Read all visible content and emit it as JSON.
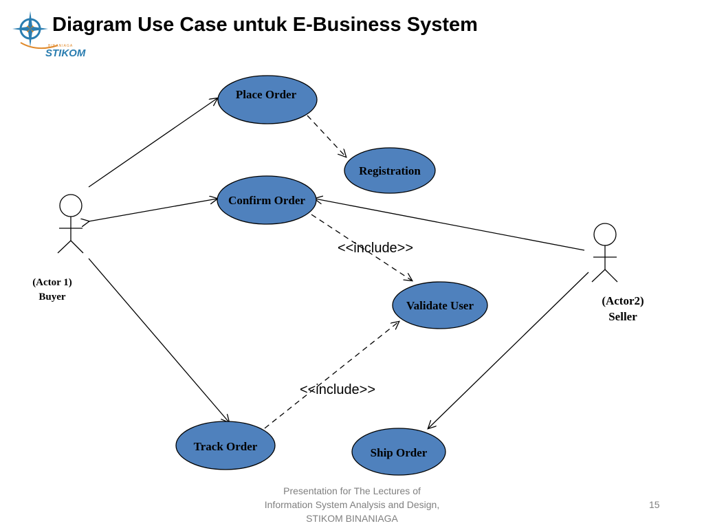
{
  "slide": {
    "title": "Diagram Use Case untuk E-Business System",
    "logo": {
      "small_text": "BINANIAGA",
      "text": "STIKOM"
    },
    "footer": {
      "line1": "Presentation for The Lectures of",
      "line2": "Information System Analysis and Design,",
      "line3": "STIKOM BINANIAGA"
    },
    "page_number": "15"
  },
  "diagram": {
    "actors": {
      "buyer": {
        "line1": "(Actor 1)",
        "line2": "Buyer"
      },
      "seller": {
        "line1": "(Actor2)",
        "line2": "Seller"
      }
    },
    "use_cases": {
      "place_order": "Place Order",
      "registration": "Registration",
      "confirm_order": "Confirm Order",
      "validate_user": "Validate User",
      "track_order": "Track Order",
      "ship_order": "Ship Order"
    },
    "stereotypes": {
      "include_top": "<<include>>",
      "include_bottom": "<<include>>"
    },
    "colors": {
      "use_case_fill": "#4f81bd",
      "use_case_stroke": "#000000",
      "line": "#000000"
    }
  }
}
